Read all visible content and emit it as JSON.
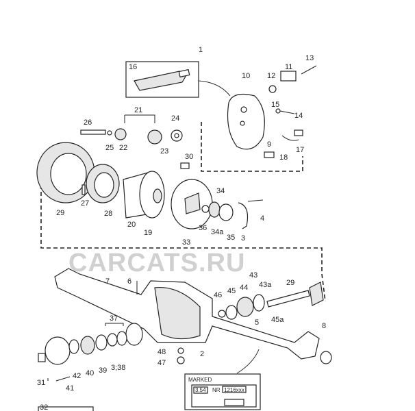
{
  "diagram": {
    "watermark": "CARCATS.RU",
    "labels": [
      "1",
      "16",
      "10",
      "12",
      "11",
      "13",
      "15",
      "14",
      "9",
      "17",
      "18",
      "21",
      "26",
      "24",
      "25",
      "22",
      "23",
      "30",
      "27",
      "29",
      "28",
      "20",
      "19",
      "34",
      "36",
      "34a",
      "35",
      "33",
      "3",
      "4",
      "43",
      "44",
      "43a",
      "29",
      "46",
      "45",
      "45a",
      "5",
      "8",
      "7",
      "6",
      "37",
      "48",
      "47",
      "2",
      "31",
      "42",
      "40",
      "39",
      "3;38",
      "41",
      "32"
    ],
    "marked_box": {
      "title": "MARKED",
      "ratio": "3.54",
      "nr_label": "NR",
      "nr_value": "1216xxx"
    }
  }
}
